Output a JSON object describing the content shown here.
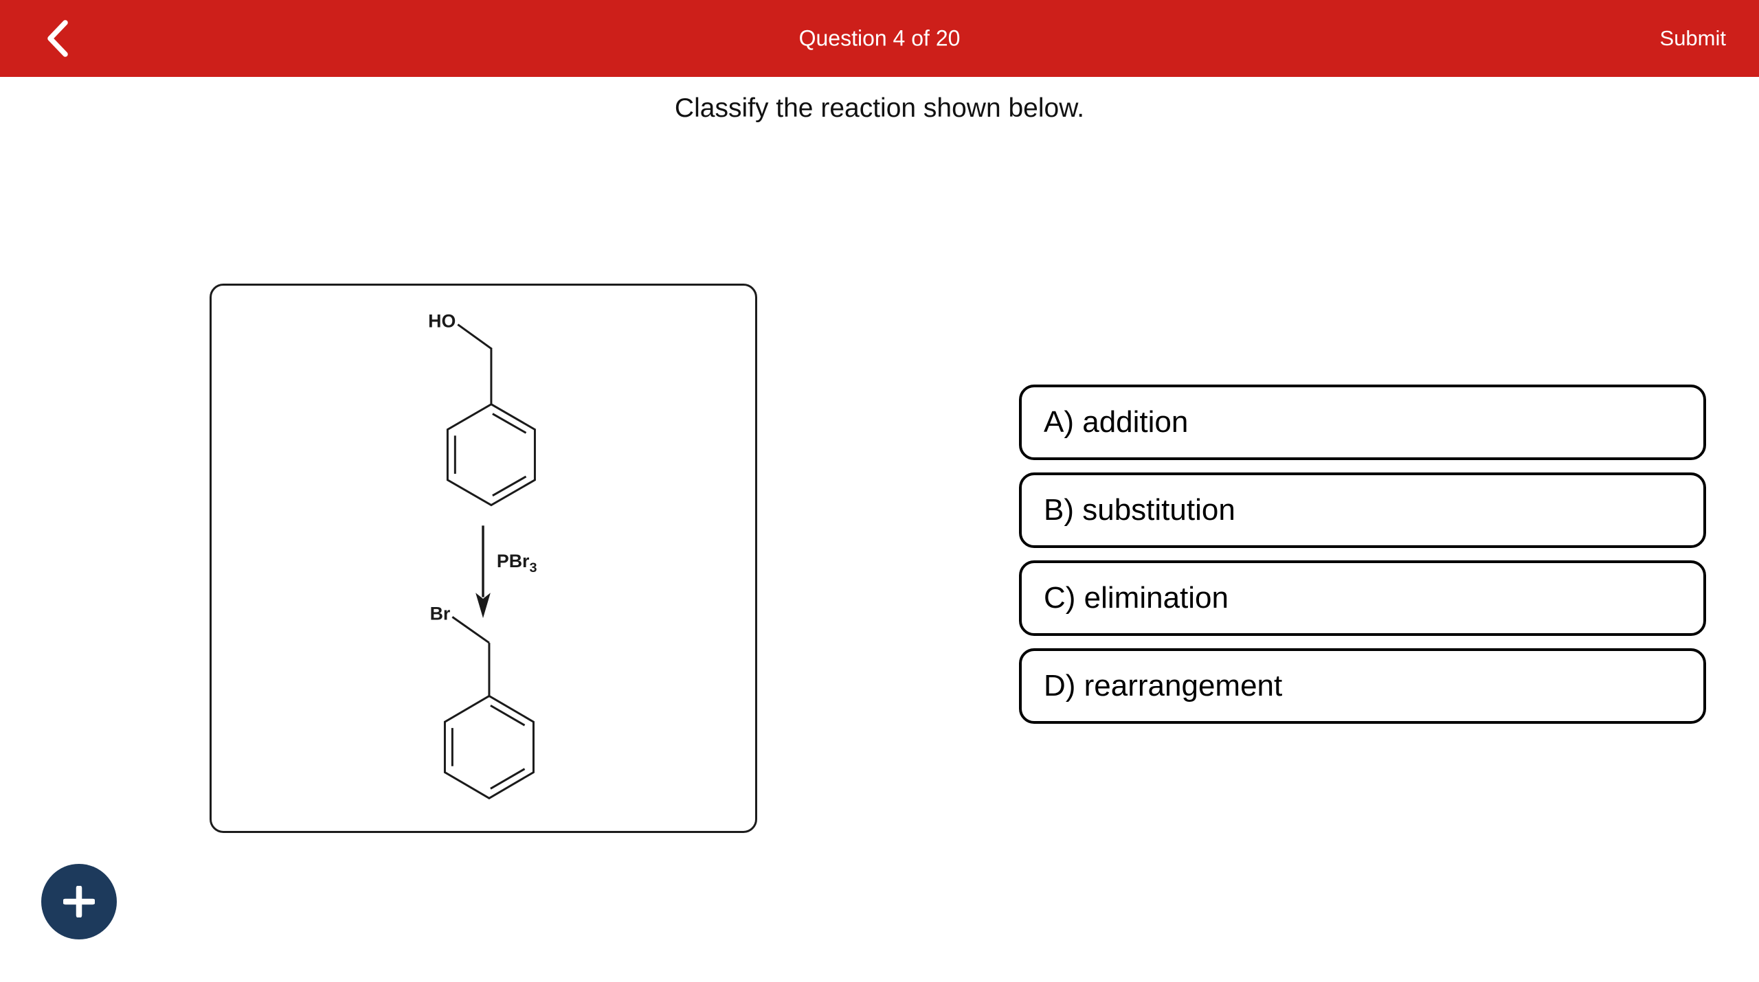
{
  "header": {
    "title": "Question 4 of 20",
    "submit_label": "Submit",
    "background_color": "#cd1f1a",
    "text_color": "#ffffff",
    "back_icon": "chevron-left-icon"
  },
  "question": {
    "text": "Classify the reaction shown below."
  },
  "reaction_scheme": {
    "reactant_group_label": "HO",
    "reagent_base": "PBr",
    "reagent_subscript": "3",
    "product_group_label": "Br",
    "arrow_direction": "down",
    "line_color": "#1a1a1a"
  },
  "options": [
    {
      "id": "A",
      "label": "A) addition"
    },
    {
      "id": "B",
      "label": "B) substitution"
    },
    {
      "id": "C",
      "label": "C) elimination"
    },
    {
      "id": "D",
      "label": "D) rearrangement"
    }
  ],
  "fab": {
    "icon": "plus-icon",
    "background_color": "#1d3a5c"
  }
}
